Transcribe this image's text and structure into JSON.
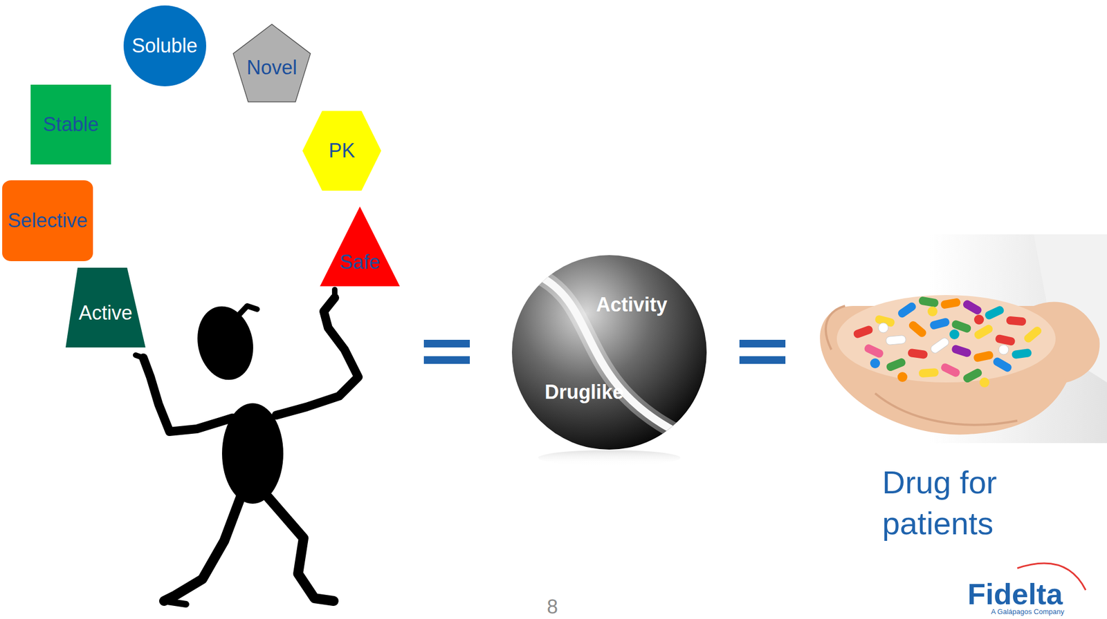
{
  "diagram": {
    "nodes": [
      {
        "text": [
          "Soluble"
        ]
      },
      {
        "text": [
          "Novel"
        ]
      },
      {
        "text": [
          "Stable"
        ]
      },
      {
        "text": [
          "PK"
        ]
      },
      {
        "text": [
          "Selective"
        ]
      },
      {
        "text": [
          "Safe"
        ]
      },
      {
        "text": [
          "Active"
        ]
      },
      {
        "text": [
          "Activity",
          "Druglike"
        ]
      }
    ],
    "labels": [
      "Drug for patients",
      "8",
      "Fidelta",
      "A Galápagos Company"
    ]
  }
}
